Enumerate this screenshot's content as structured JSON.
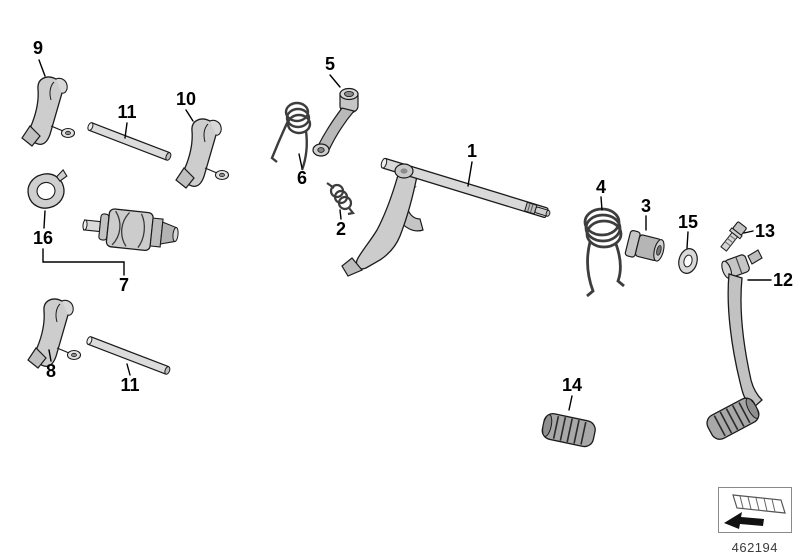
{
  "diagram": {
    "drawing_number": "462194",
    "background_color": "#ffffff",
    "line_color": "#1b1b1b",
    "fill_light": "#d9d9d9",
    "fill_mid": "#c2c2c2",
    "fill_dark": "#9e9e9e",
    "callouts": [
      {
        "label": "9",
        "part": "shift-fork-upper"
      },
      {
        "label": "11",
        "part": "shift-rod-upper"
      },
      {
        "label": "10",
        "part": "shift-fork-middle"
      },
      {
        "label": "5",
        "part": "shift-operating-arm"
      },
      {
        "label": "6",
        "part": "torsion-spring-small"
      },
      {
        "label": "2",
        "part": "return-spring"
      },
      {
        "label": "1",
        "part": "selector-shaft"
      },
      {
        "label": "4",
        "part": "torsion-spring-large"
      },
      {
        "label": "3",
        "part": "bushing"
      },
      {
        "label": "15",
        "part": "washer"
      },
      {
        "label": "13",
        "part": "bolt"
      },
      {
        "label": "12",
        "part": "gearshift-lever"
      },
      {
        "label": "16",
        "part": "lock-plate"
      },
      {
        "label": "7",
        "part": "shift-drum-assembly"
      },
      {
        "label": "8",
        "part": "shift-fork-lower"
      },
      {
        "label": "11",
        "part": "shift-rod-lower"
      },
      {
        "label": "14",
        "part": "rubber-peg"
      }
    ]
  }
}
